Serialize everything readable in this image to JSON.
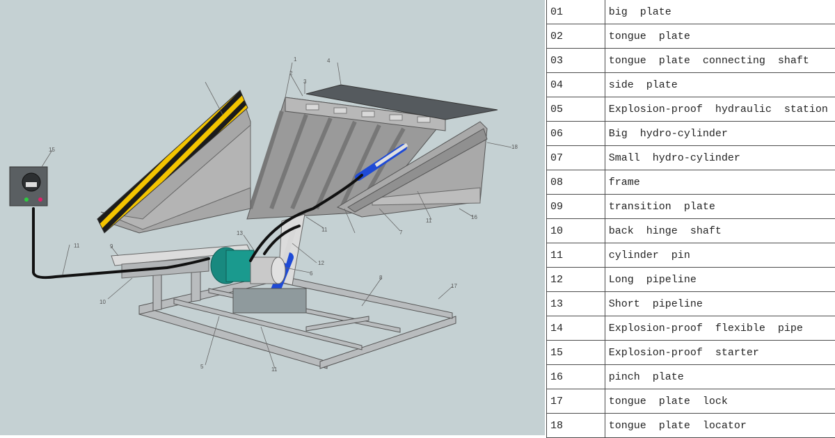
{
  "diagram": {
    "callouts": [
      "1",
      "2",
      "3",
      "4",
      "15",
      "11",
      "9",
      "10",
      "13",
      "12",
      "6",
      "11",
      "7",
      "11",
      "16",
      "18",
      "8",
      "17",
      "5",
      "11"
    ]
  },
  "parts": [
    {
      "num": "01",
      "name": "big plate"
    },
    {
      "num": "02",
      "name": "tongue plate"
    },
    {
      "num": "03",
      "name": "tongue plate connecting shaft"
    },
    {
      "num": "04",
      "name": "side plate"
    },
    {
      "num": "05",
      "name": "Explosion-proof hydraulic station"
    },
    {
      "num": "06",
      "name": "Big hydro-cylinder"
    },
    {
      "num": "07",
      "name": "Small hydro-cylinder"
    },
    {
      "num": "08",
      "name": "frame"
    },
    {
      "num": "09",
      "name": "transition plate"
    },
    {
      "num": "10",
      "name": "back hinge shaft"
    },
    {
      "num": "11",
      "name": "cylinder pin"
    },
    {
      "num": "12",
      "name": "Long pipeline"
    },
    {
      "num": "13",
      "name": "Short pipeline"
    },
    {
      "num": "14",
      "name": "Explosion-proof flexible pipe"
    },
    {
      "num": "15",
      "name": "Explosion-proof starter"
    },
    {
      "num": "16",
      "name": "pinch plate"
    },
    {
      "num": "17",
      "name": "tongue plate lock"
    },
    {
      "num": "18",
      "name": "tongue plate locator"
    }
  ]
}
